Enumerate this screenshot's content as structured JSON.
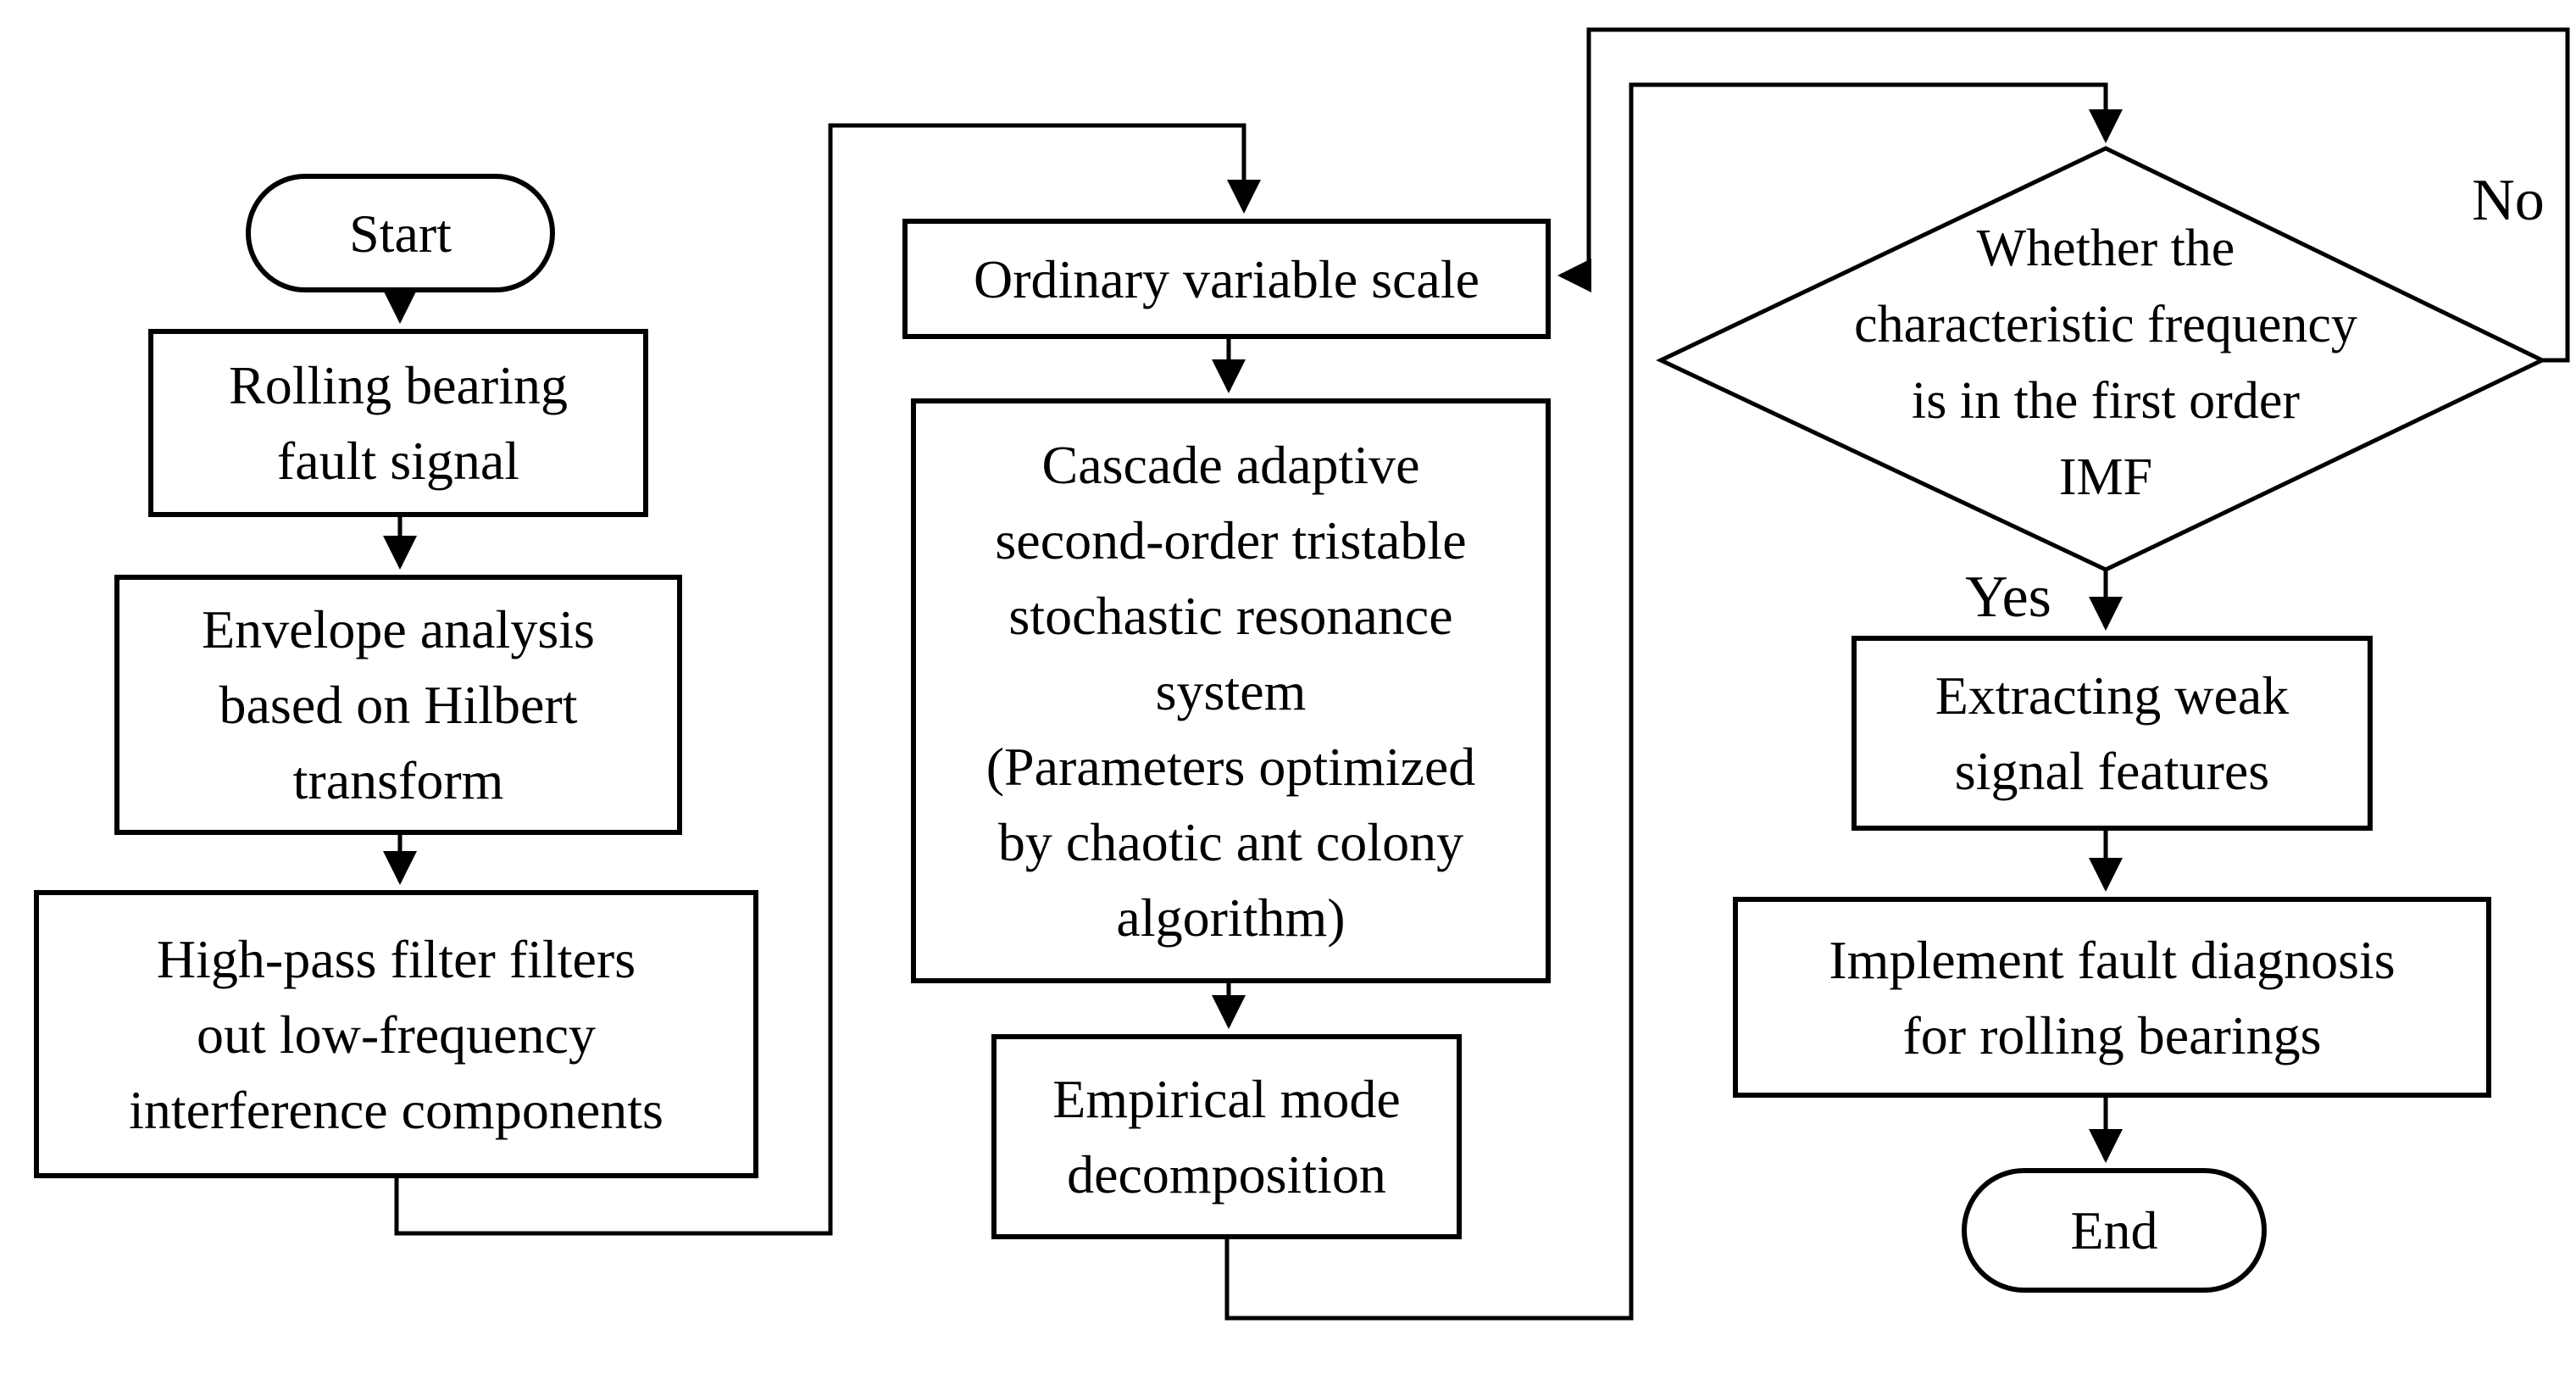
{
  "canvas": {
    "background": "#ffffff",
    "stroke_color": "#000000",
    "text_color": "#000000"
  },
  "nodes": {
    "start": {
      "type": "terminator",
      "label": "Start"
    },
    "rolling_bearing": {
      "type": "process",
      "lines": [
        "Rolling bearing",
        "fault signal"
      ]
    },
    "envelope": {
      "type": "process",
      "lines": [
        "Envelope analysis",
        "based on Hilbert",
        "transform"
      ]
    },
    "highpass": {
      "type": "process",
      "lines": [
        "High-pass filter filters",
        "out low-frequency",
        "interference components"
      ]
    },
    "ordinary": {
      "type": "process",
      "label": "Ordinary variable scale"
    },
    "cascade": {
      "type": "process",
      "lines": [
        "Cascade adaptive",
        "second-order tristable",
        "stochastic resonance",
        "system",
        "(Parameters optimized",
        "by chaotic ant colony",
        "algorithm)"
      ]
    },
    "empirical": {
      "type": "process",
      "lines": [
        "Empirical mode",
        "decomposition"
      ]
    },
    "decision": {
      "type": "decision",
      "lines": [
        "Whether the",
        "characteristic frequency",
        "is in the first order",
        "IMF"
      ]
    },
    "extracting": {
      "type": "process",
      "lines": [
        "Extracting weak",
        "signal features"
      ]
    },
    "implement": {
      "type": "process",
      "lines": [
        "Implement fault diagnosis",
        "for rolling bearings"
      ]
    },
    "end": {
      "type": "terminator",
      "label": "End"
    }
  },
  "edge_labels": {
    "no": "No",
    "yes": "Yes"
  }
}
